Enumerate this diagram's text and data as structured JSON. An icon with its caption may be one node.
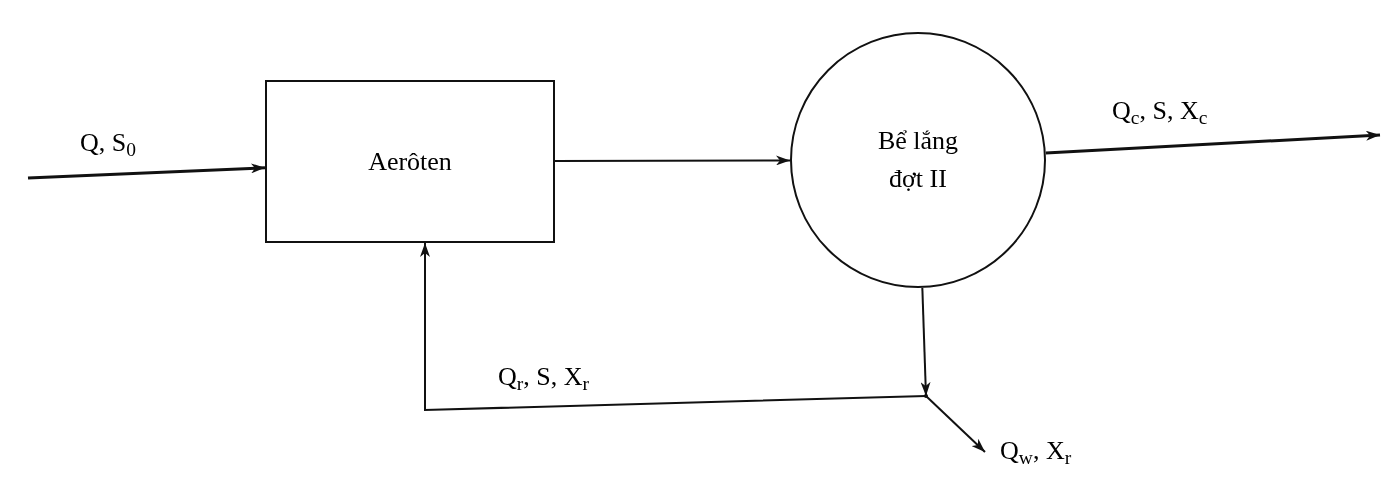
{
  "diagram": {
    "nodes": [
      {
        "text": [
          "Aerôten"
        ]
      },
      {
        "text": [
          "Bể lắng đợt II"
        ]
      },
      {
        "text": [],
        "shape": "point"
      }
    ],
    "edges": [
      {
        "from": null,
        "to": 0,
        "arrow": "to",
        "label": "Q, S$_{0}$"
      },
      {
        "from": 0,
        "to": 1,
        "arrow": "to"
      },
      {
        "from": 1,
        "to": null,
        "arrow": "to",
        "label": "Q$_{c}$, S, X$_{c}$"
      },
      {
        "from": 1,
        "to": 2,
        "arrow": "to"
      },
      {
        "from": 2,
        "to": 0,
        "arrow": "to",
        "label": "Q$_{r}$, S, X$_{r}$"
      },
      {
        "from": 2,
        "to": null,
        "arrow": "to",
        "label": "Q$_{w}$, X$_{r}$"
      }
    ]
  }
}
